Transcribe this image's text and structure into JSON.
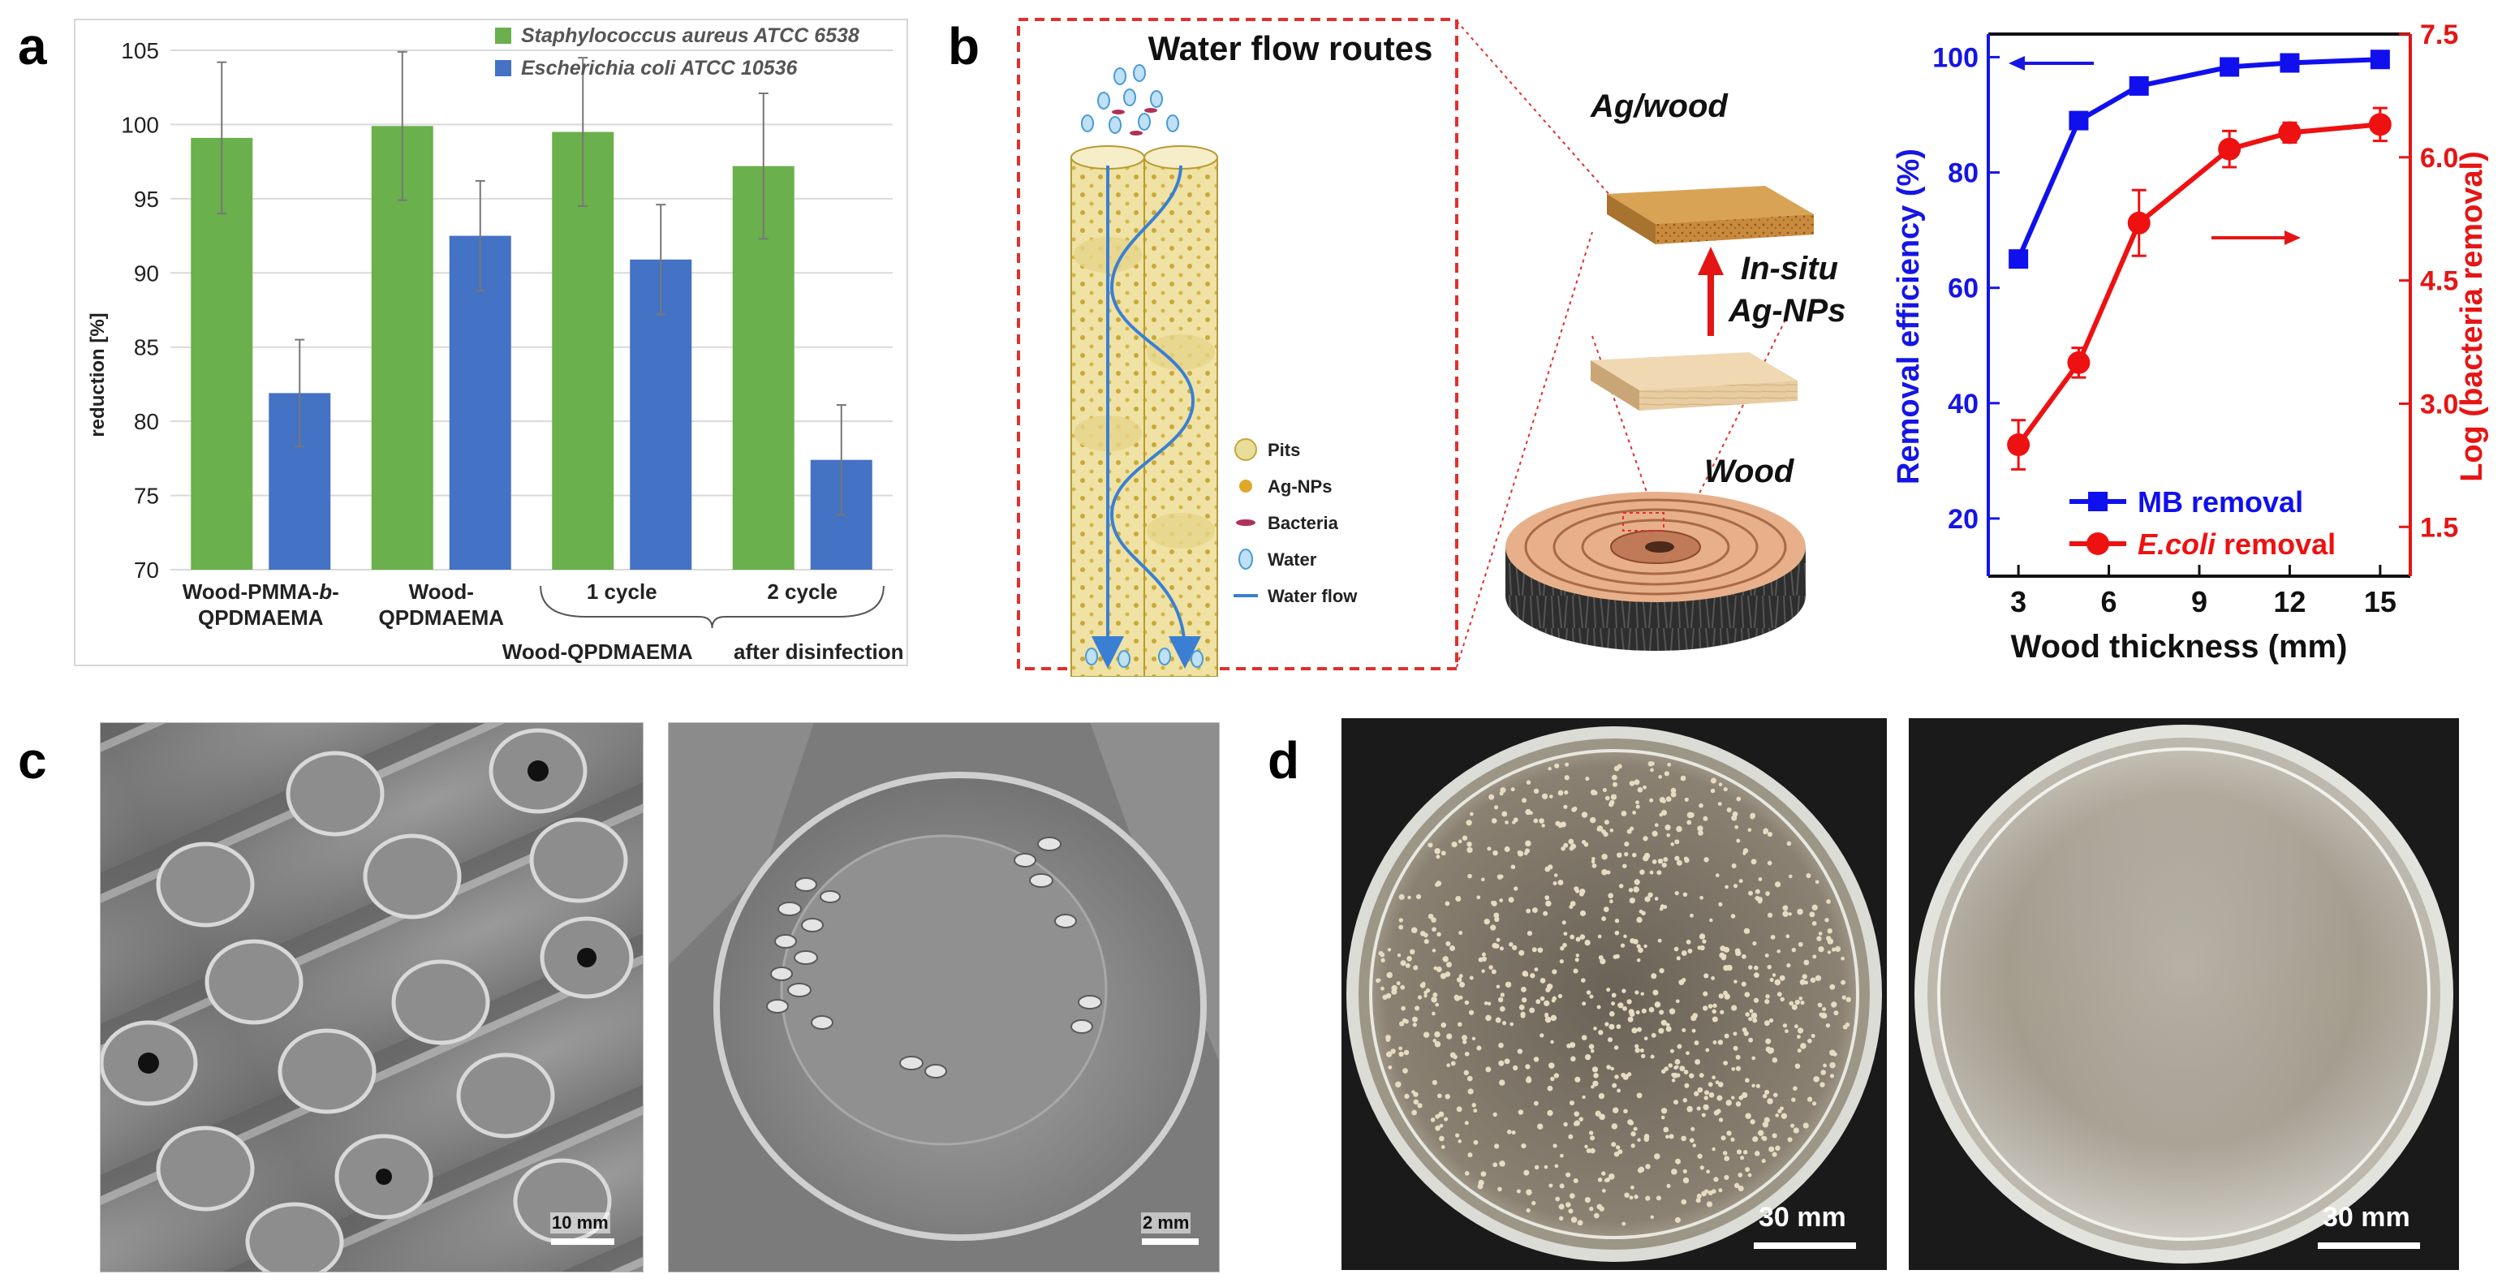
{
  "panel_labels": {
    "a": "a",
    "b": "b",
    "c": "c",
    "d": "d"
  },
  "panel_a": {
    "chart_data": {
      "type": "bar",
      "ylabel": "reduction [%]",
      "ylim": [
        70,
        105
      ],
      "yticks": [
        "70",
        "75",
        "80",
        "85",
        "90",
        "95",
        "100",
        "105"
      ],
      "grid": true,
      "legend_position": "top-right",
      "categories": [
        "Wood-PMMA-b-QPDMAEMA",
        "Wood-QPDMAEMA",
        "1 cycle",
        "2 cycle"
      ],
      "category_lines": [
        [
          "Wood-PMMA-",
          "QPDMAEMA"
        ],
        [
          "Wood-",
          "QPDMAEMA"
        ],
        [
          "1 cycle"
        ],
        [
          "2 cycle"
        ]
      ],
      "category_italic_suffix": "b",
      "group_caption": [
        "Wood-QPDMAEMA",
        "after disinfection"
      ],
      "series": [
        {
          "name": "Staphylococcus aureus ATCC 6538",
          "color": "#6ab04c",
          "values": [
            99.1,
            99.9,
            99.5,
            97.2
          ],
          "errors": [
            5.1,
            5.0,
            5.0,
            4.9
          ]
        },
        {
          "name": "Escherichia coli ATCC 10536",
          "color": "#4472c4",
          "values": [
            81.9,
            92.5,
            90.9,
            77.4
          ],
          "errors": [
            3.6,
            3.7,
            3.7,
            3.7
          ]
        }
      ]
    }
  },
  "panel_b": {
    "schematic": {
      "title": "Water flow routes",
      "legend": [
        "Pits",
        "Ag-NPs",
        "Bacteria",
        "Water",
        "Water flow"
      ],
      "label_agwood": "Ag/wood",
      "label_insitu": "In-situ",
      "label_agnps": "Ag-NPs",
      "label_wood": "Wood"
    },
    "chart_data": {
      "type": "line",
      "xlabel": "Wood thickness (mm)",
      "ylabel": "Removal efficiency (%)",
      "y2label": "Log (bacteria removal)",
      "x": [
        3,
        5,
        7,
        10,
        12,
        15
      ],
      "xticks": [
        "3",
        "6",
        "9",
        "12",
        "15"
      ],
      "xlim": [
        2,
        16
      ],
      "ylim": [
        10,
        104
      ],
      "yticks": [
        "20",
        "40",
        "60",
        "80",
        "100"
      ],
      "y2lim": [
        0.9,
        7.5
      ],
      "y2ticks": [
        "1.5",
        "3.0",
        "4.5",
        "6.0",
        "7.5"
      ],
      "legend_position": "bottom-right",
      "series": [
        {
          "name": "MB removal",
          "axis": "left",
          "color": "#1010ee",
          "marker": "square",
          "values": [
            65,
            89,
            95,
            98.3,
            99,
            99.6
          ]
        },
        {
          "name": "E.coli removal",
          "axis": "right",
          "color": "#ee1111",
          "marker": "circle",
          "values": [
            2.5,
            3.5,
            5.2,
            6.1,
            6.3,
            6.4
          ],
          "errors": [
            0.3,
            0.18,
            0.4,
            0.22,
            0.12,
            0.2
          ]
        }
      ]
    }
  },
  "panel_c": {
    "scale_left": "10 mm",
    "scale_right": "2 mm"
  },
  "panel_d": {
    "scale_left": "30 mm",
    "scale_right": "30 mm"
  }
}
